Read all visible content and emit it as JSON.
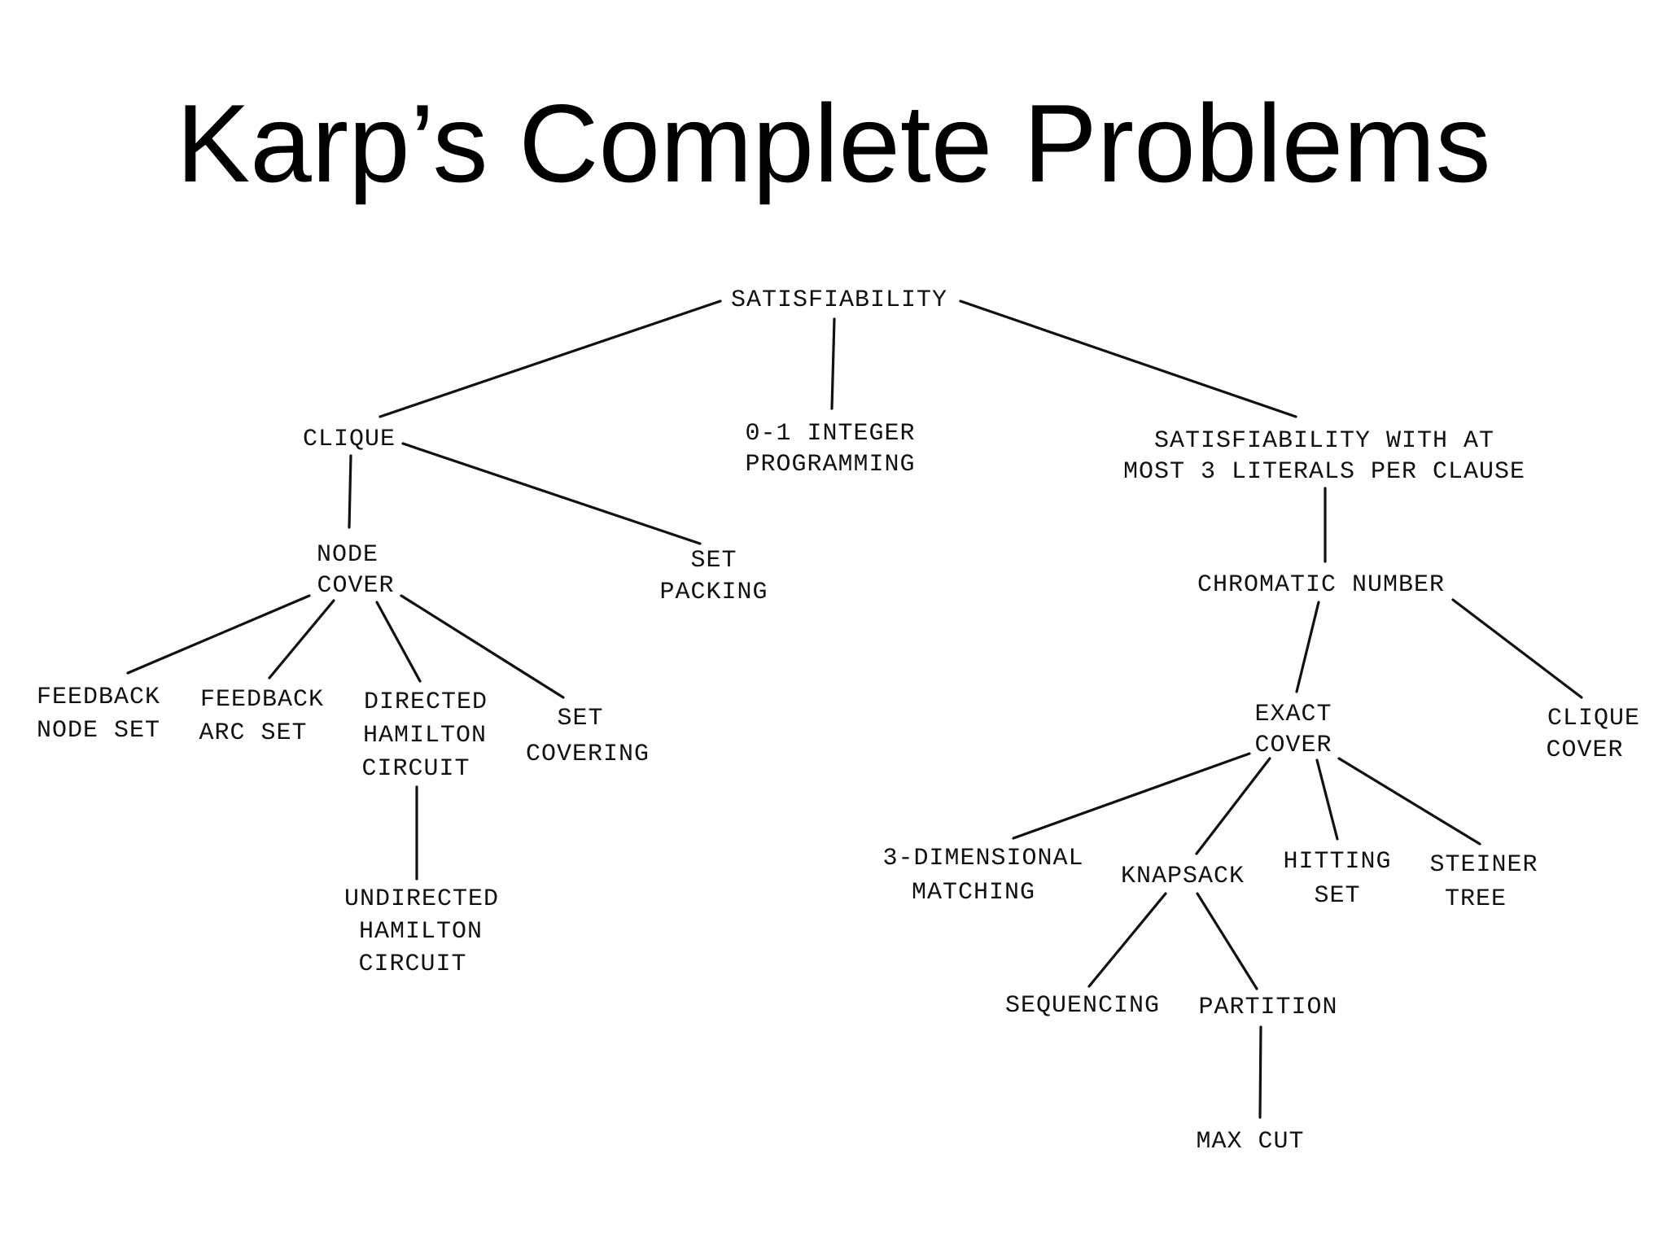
{
  "title": "Karp’s Complete Problems",
  "nodes": {
    "sat": "SATISFIABILITY",
    "clique": "CLIQUE",
    "integer_programming_1": "0-1 INTEGER",
    "integer_programming_2": "PROGRAMMING",
    "sat3_1": "SATISFIABILITY WITH AT",
    "sat3_2": "MOST 3 LITERALS PER CLAUSE",
    "node_cover_1": "NODE",
    "node_cover_2": "COVER",
    "set_packing_1": "SET",
    "set_packing_2": "PACKING",
    "chromatic_number": "CHROMATIC NUMBER",
    "fvs_1": "FEEDBACK",
    "fvs_2": "NODE SET",
    "fas_1": "FEEDBACK",
    "fas_2": "ARC SET",
    "dhc_1": "DIRECTED",
    "dhc_2": "HAMILTON",
    "dhc_3": "CIRCUIT",
    "set_covering_1": "SET",
    "set_covering_2": "COVERING",
    "uhc_1": "UNDIRECTED",
    "uhc_2": "HAMILTON",
    "uhc_3": "CIRCUIT",
    "exact_cover_1": "EXACT",
    "exact_cover_2": "COVER",
    "clique_cover_1": "CLIQUE",
    "clique_cover_2": "COVER",
    "three_dm_1": "3-DIMENSIONAL",
    "three_dm_2": "MATCHING",
    "knapsack": "KNAPSACK",
    "hitting_set_1": "HITTING",
    "hitting_set_2": "SET",
    "steiner_1": "STEINER",
    "steiner_2": "TREE",
    "sequencing": "SEQUENCING",
    "partition": "PARTITION",
    "max_cut": "MAX CUT"
  }
}
